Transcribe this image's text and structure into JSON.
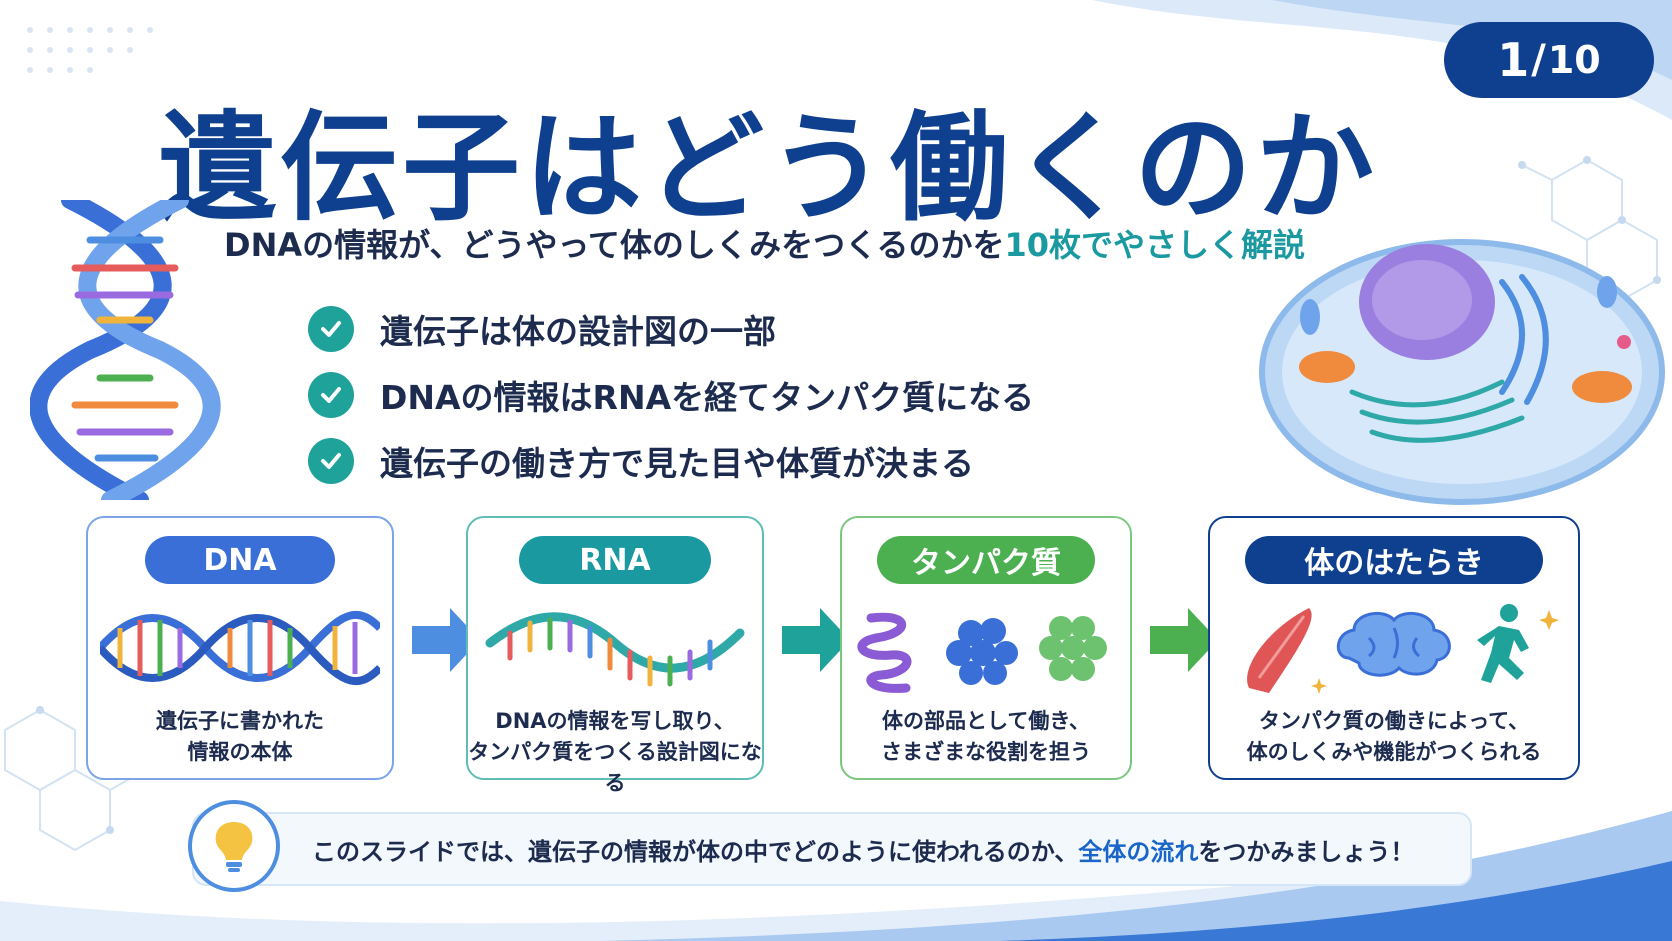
{
  "page": {
    "current": "1",
    "separator": "/",
    "total": "10"
  },
  "title": "遺伝子はどう働くのか",
  "subtitle": {
    "before": "DNAの情報が、どうやって体のしくみをつくるのかを",
    "highlight": "10枚でやさしく解説"
  },
  "checks": [
    {
      "text": "遺伝子は体の設計図の一部"
    },
    {
      "text": "DNAの情報はRNAを経てタンパク質になる"
    },
    {
      "text": "遺伝子の働き方で見た目や体質が決まる"
    }
  ],
  "flow": [
    {
      "label": "DNA",
      "line1": "遺伝子に書かれた",
      "line2": "情報の本体",
      "color": "#3a6fd8"
    },
    {
      "label": "RNA",
      "line1": "DNAの情報を写し取り、",
      "line2": "タンパク質をつくる設計図になる",
      "color": "#1a9aa0"
    },
    {
      "label": "タンパク質",
      "line1": "体の部品として働き、",
      "line2": "さまざまな役割を担う",
      "color": "#4caf50"
    },
    {
      "label": "体のはたらき",
      "line1": "タンパク質の働きによって、",
      "line2": "体のしくみや機能がつくられる",
      "color": "#0f3f8f"
    }
  ],
  "tip": {
    "before": "このスライドでは、遺伝子の情報が体の中でどのように使われるのか、",
    "highlight": "全体の流れ",
    "after": "をつかみましょう！"
  },
  "icons": [
    "dna-helix-icon",
    "cell-icon",
    "check-icon",
    "rna-strand-icon",
    "protein-icon",
    "muscle-icon",
    "brain-icon",
    "runner-icon",
    "lightbulb-icon",
    "arrow-right-icon"
  ]
}
